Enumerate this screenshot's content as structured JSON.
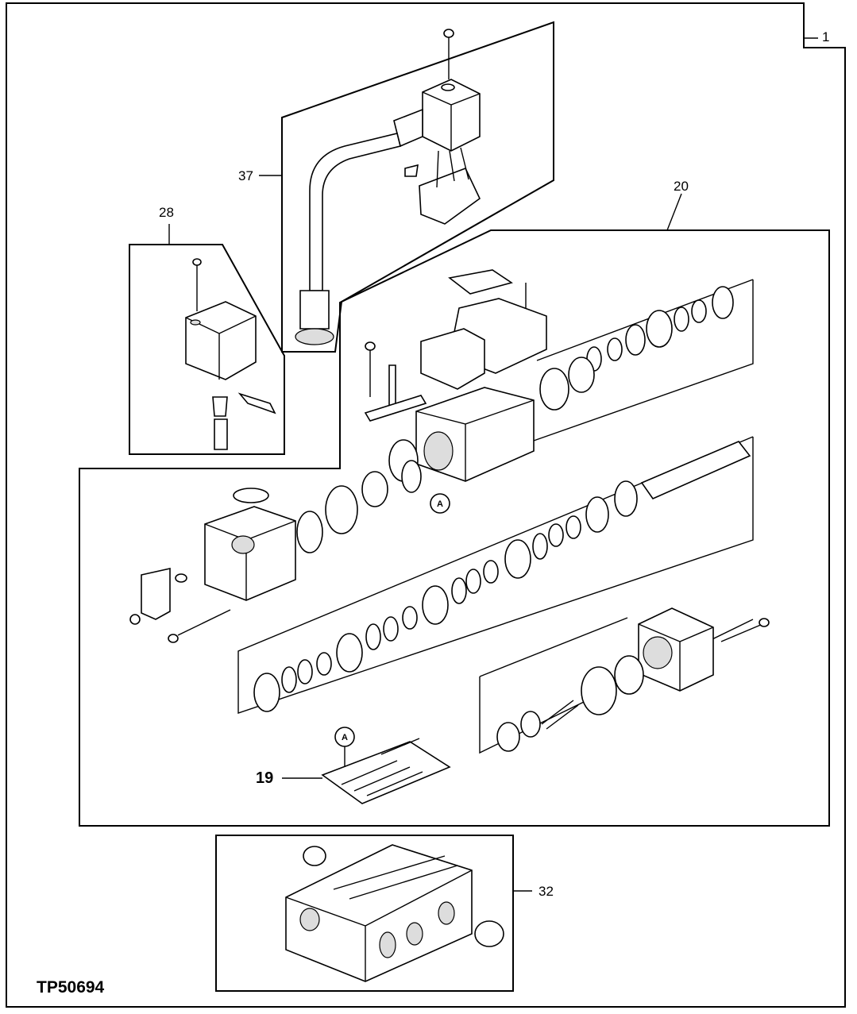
{
  "figure_code": "TP50694",
  "callouts": {
    "assembly": "1",
    "valve_kit": "20",
    "gasket": "19",
    "coil": "28",
    "cable": "37",
    "manifold": "32",
    "ref_a": "A"
  }
}
